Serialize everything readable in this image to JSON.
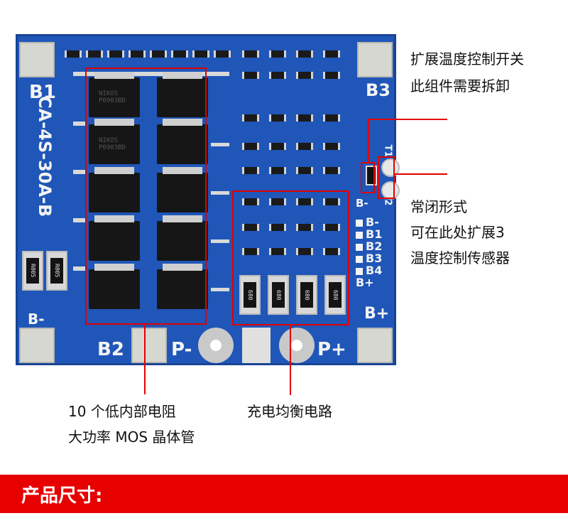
{
  "board": {
    "labels": {
      "b1": "B1",
      "b2": "B2",
      "b3": "B3",
      "b_minus_top": "B-",
      "b_minus_left": "B-",
      "b_plus": "B+",
      "p_minus": "P-",
      "p_plus": "P+",
      "t1": "T1",
      "t2": "T2",
      "model": "CA-4S-30A-B"
    },
    "side_list": [
      "B-",
      "B1",
      "B2",
      "B3",
      "B4",
      "B+"
    ],
    "left_resistors": [
      "R005",
      "R005"
    ],
    "balance_resistors": [
      "680",
      "680",
      "680",
      "680"
    ],
    "mosfet_marks": [
      "NIKOS\nP0903BD",
      "NIKOS\nP0903BD"
    ]
  },
  "annotations": {
    "temp_switch": [
      "扩展温度控制开关",
      "此组件需要拆卸"
    ],
    "sensor": [
      "常闭形式",
      "可在此处扩展3",
      "温度控制传感器"
    ],
    "mos": [
      "10 个低内部电阻",
      "大功率 MOS 晶体管"
    ],
    "balance": "充电均衡电路"
  },
  "banner": {
    "title": "产品尺寸:"
  },
  "colors": {
    "pcb": "#1f56b8",
    "highlight": "#e30000",
    "banner": "#e60000"
  }
}
